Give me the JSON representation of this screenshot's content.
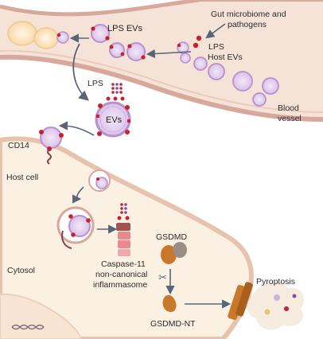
{
  "labels": {
    "gut_microbiome": [
      "Gut microbiome and",
      "pathogens"
    ],
    "lps_evs": "LPS EVs",
    "lps_top": "LPS",
    "host_evs": "Host EVs",
    "blood_vessel": [
      "Blood",
      "vessel"
    ],
    "lps_mid": "LPS",
    "evs": "EVs",
    "cd14": "CD14",
    "host_cell": "Host cell",
    "gsdmd": "GSDMD",
    "caspase": [
      "Caspase-11",
      "non-canonical",
      "inflammasome"
    ],
    "cytosol": "Cytosol",
    "pyroptosis": "Pyroptosis",
    "gsdmd_nt": "GSDMD-NT"
  },
  "colors": {
    "vessel_fill": "#f6e3d7",
    "vessel_wall": "#d9a89c",
    "cell_fill": "#fbf1e3",
    "membrane": "#e7c3ae",
    "ev_fill": "#e6d3ef",
    "ev_stroke": "#b98fd0",
    "lps_red": "#c8202e",
    "arrow": "#5a6478",
    "gsdmd_orange": "#c9782a",
    "caspase_pink": "#e88a8f"
  }
}
